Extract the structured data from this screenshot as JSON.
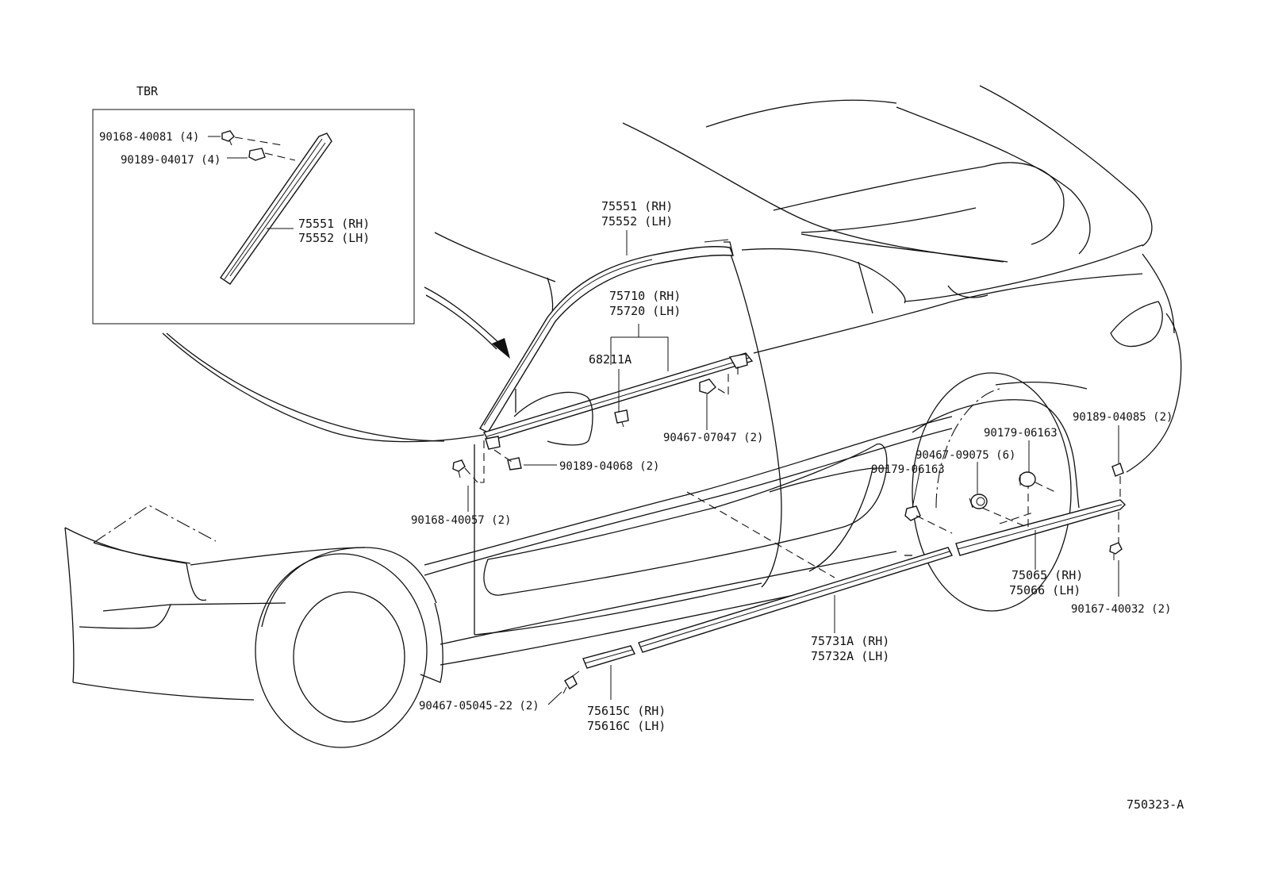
{
  "inset": {
    "title": "TBR",
    "labels": {
      "p90168_40081": "90168-40081 (4)",
      "p90189_04017": "90189-04017 (4)",
      "p75551_rh": "75551 (RH)",
      "p75552_lh": "75552 (LH)"
    }
  },
  "labels": {
    "p75551_rh": "75551 (RH)",
    "p75552_lh": "75552 (LH)",
    "p75710_rh": "75710 (RH)",
    "p75720_lh": "75720 (LH)",
    "p68211a": "68211A",
    "p90467_07047": "90467-07047 (2)",
    "p90189_04068": "90189-04068 (2)",
    "p90168_40057": "90168-40057 (2)",
    "p90179_06163_a": "90179-06163",
    "p90467_09075": "90467-09075 (6)",
    "p90179_06163_b": "90179-06163",
    "p90189_04085": "90189-04085 (2)",
    "p75065_rh": "75065 (RH)",
    "p75066_lh": "75066 (LH)",
    "p90167_40032": "90167-40032 (2)",
    "p75731a_rh": "75731A (RH)",
    "p75732a_lh": "75732A (LH)",
    "p90467_05045": "90467-05045-22 (2)",
    "p75615c_rh": "75615C (RH)",
    "p75616c_lh": "75616C (LH)"
  },
  "diagram_id": "750323-A"
}
